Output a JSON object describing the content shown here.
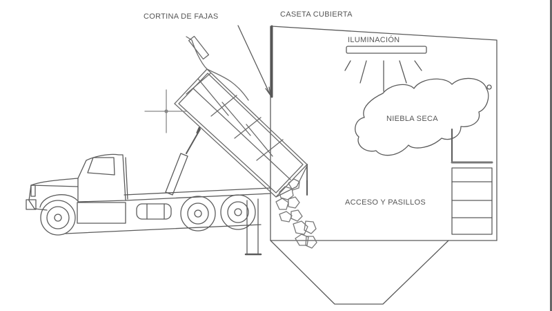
{
  "diagram": {
    "labels": {
      "curtain": "CORTINA DE FAJAS",
      "booth": "CASETA CUBIERTA",
      "lighting": "ILUMINACIÓN",
      "dry_fog": "NIEBLA SECA",
      "access": "ACCESO Y PASILLOS"
    },
    "colors": {
      "line": "#5a5a5a",
      "light_line": "#8a8a8a",
      "text": "#555555",
      "background": "#ffffff"
    }
  }
}
